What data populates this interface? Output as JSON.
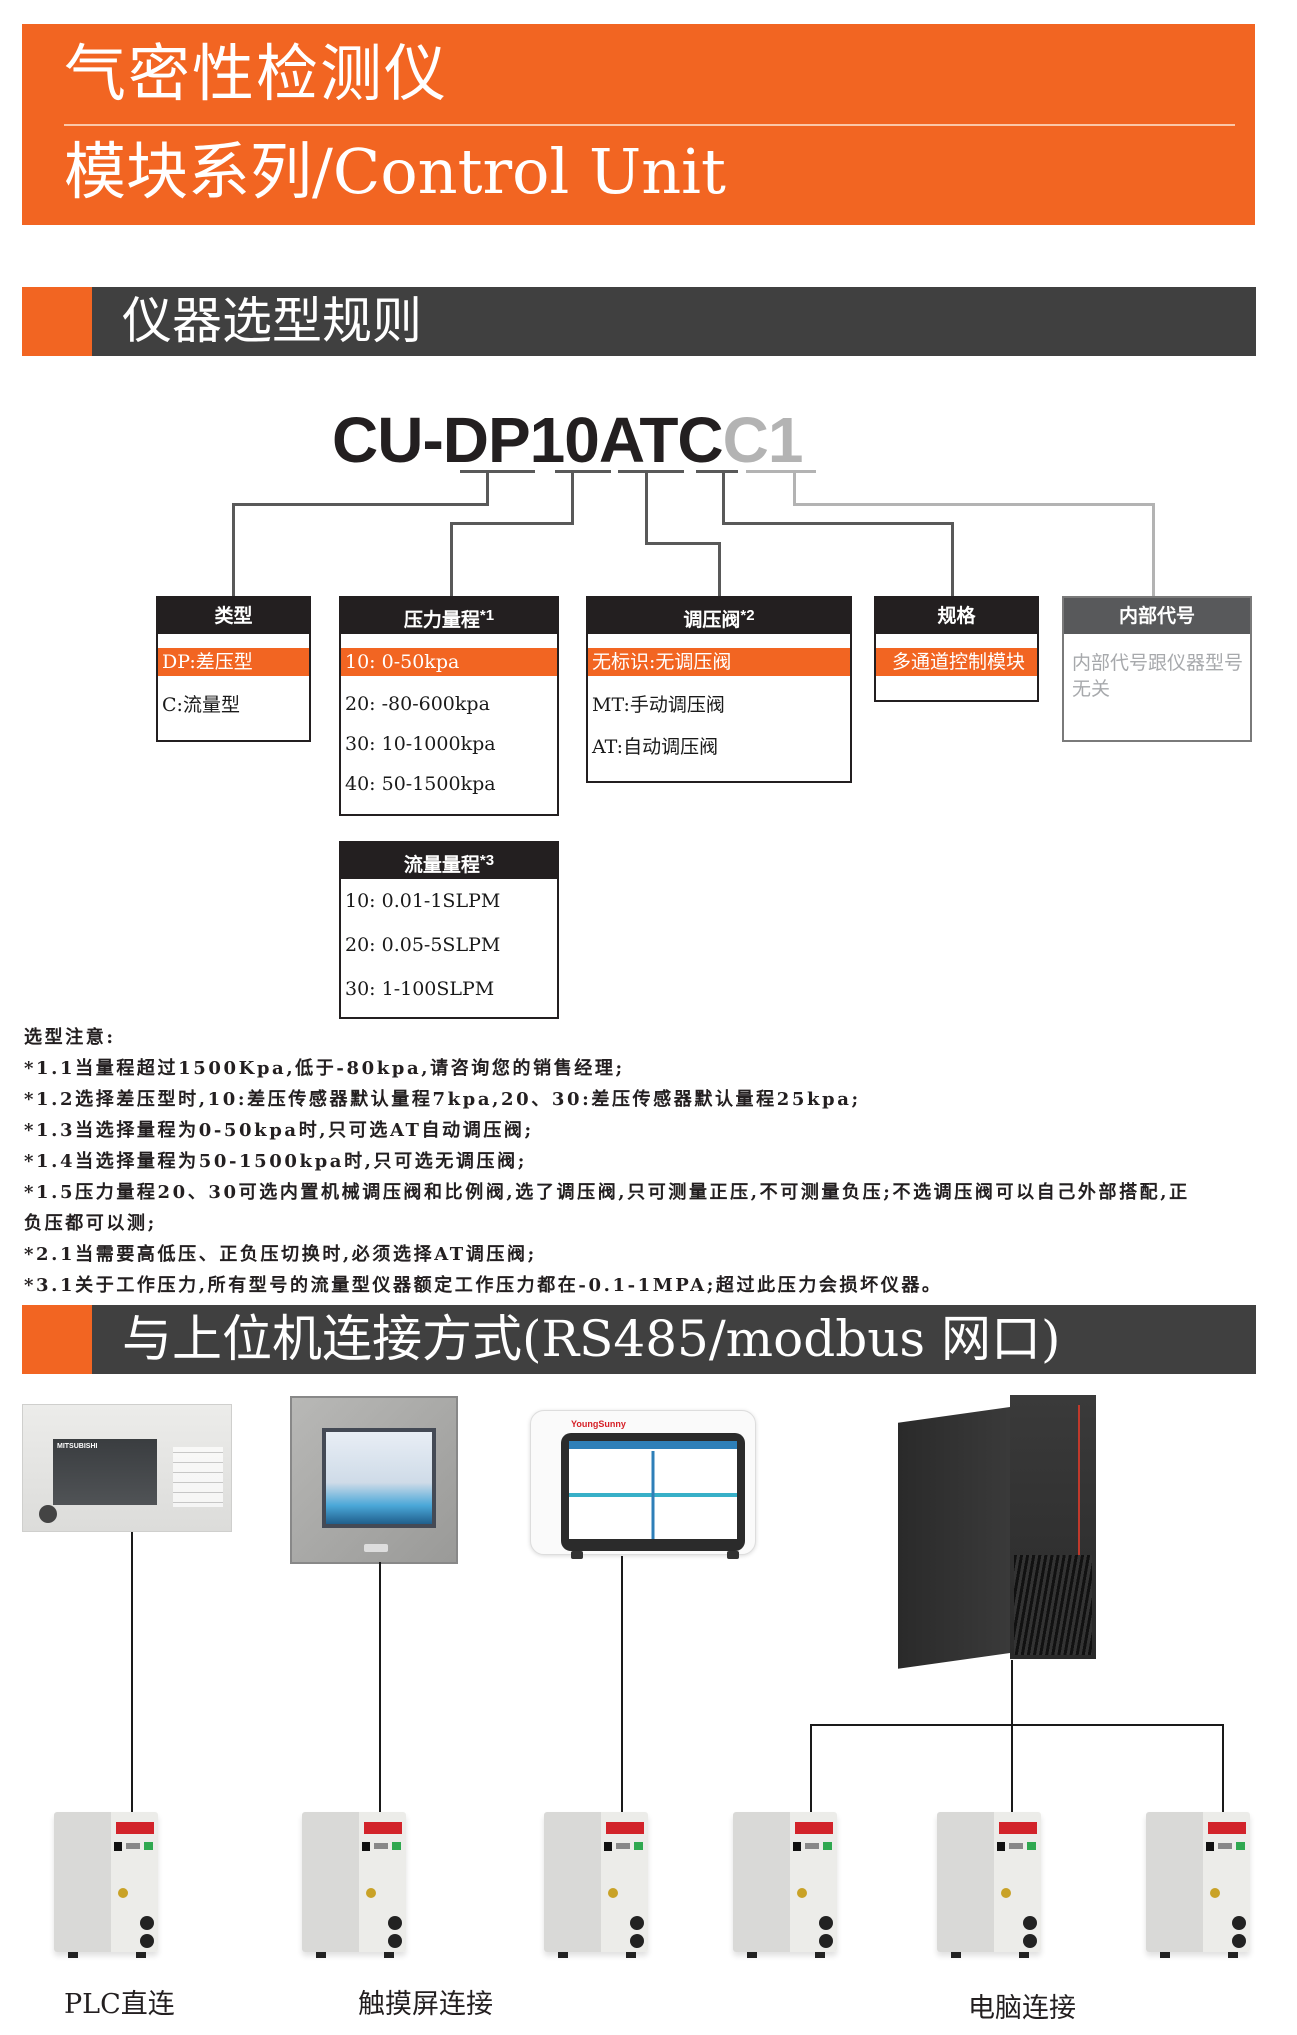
{
  "header": {
    "title_line1": "气密性检测仪",
    "title_line2": "模块系列/Control Unit",
    "accent_color": "#f26522"
  },
  "selection_section": {
    "title": "仪器选型规则"
  },
  "model_code": {
    "main": "CU-DP10ATC",
    "suffix": "C1",
    "segments": [
      "DP",
      "10",
      "AT",
      "C",
      "C1"
    ]
  },
  "option_boxes": {
    "type": {
      "title": "类型",
      "options": [
        {
          "label": "DP:差压型",
          "selected": true
        },
        {
          "label": "C:流量型",
          "selected": false
        }
      ]
    },
    "pressure_range": {
      "title": "压力量程",
      "footnote": "*1",
      "options": [
        {
          "label": "10:  0-50kpa",
          "selected": true
        },
        {
          "label": "20:  -80-600kpa",
          "selected": false
        },
        {
          "label": "30:  10-1000kpa",
          "selected": false
        },
        {
          "label": "40:  50-1500kpa",
          "selected": false
        }
      ]
    },
    "regulator": {
      "title": "调压阀",
      "footnote": "*2",
      "options": [
        {
          "label": "无标识:无调压阀",
          "selected": true
        },
        {
          "label": "MT:手动调压阀",
          "selected": false
        },
        {
          "label": "AT:自动调压阀",
          "selected": false
        }
      ]
    },
    "spec": {
      "title": "规格",
      "options": [
        {
          "label": "多通道控制模块",
          "selected": true
        }
      ]
    },
    "internal_code": {
      "title": "内部代号",
      "description": "内部代号跟仪器型号无关"
    },
    "flow_range": {
      "title": "流量量程",
      "footnote": "*3",
      "options": [
        {
          "label": "10:  0.01-1SLPM",
          "selected": false
        },
        {
          "label": "20:  0.05-5SLPM",
          "selected": false
        },
        {
          "label": "30:  1-100SLPM",
          "selected": false
        }
      ]
    }
  },
  "notes": {
    "heading": "选型注意:",
    "items": [
      "*1.1当量程超过1500Kpa,低于-80kpa,请咨询您的销售经理;",
      "*1.2选择差压型时,10:差压传感器默认量程7kpa,20、30:差压传感器默认量程25kpa;",
      "*1.3当选择量程为0-50kpa时,只可选AT自动调压阀;",
      "*1.4当选择量程为50-1500kpa时,只可选无调压阀;",
      "*1.5压力量程20、30可选内置机械调压阀和比例阀,选了调压阀,只可测量正压,不可测量负压;不选调压阀可以自己外部搭配,正负压都可以测;",
      "*2.1当需要高低压、正负压切换时,必须选择AT调压阀;",
      "*3.1关于工作压力,所有型号的流量型仪器额定工作压力都在-0.1-1MPA;超过此压力会损坏仪器。"
    ]
  },
  "connection_section": {
    "title": "与上位机连接方式(RS485/modbus 网口)"
  },
  "devices": {
    "plc_brand": "MITSUBISHI",
    "tester_brand": "YoungSunny",
    "labels": {
      "plc": "PLC直连",
      "touchscreen": "触摸屏连接",
      "pc": "电脑连接"
    }
  }
}
